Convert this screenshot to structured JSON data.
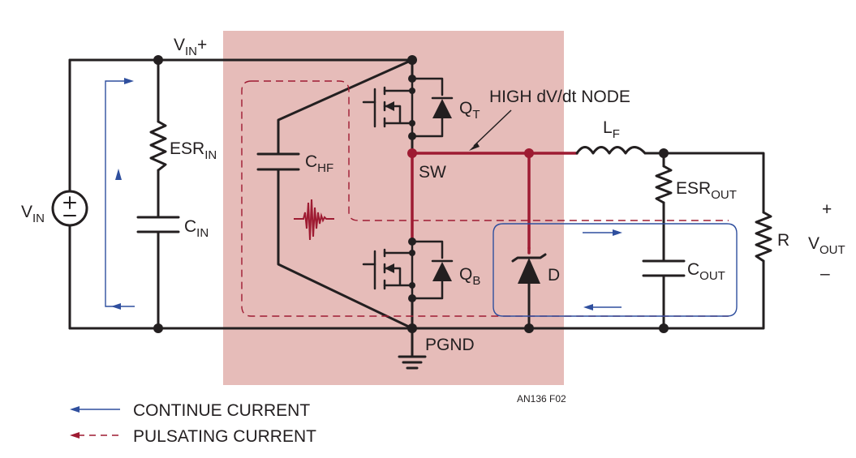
{
  "colors": {
    "hot_loop_fill": "#e6bcb9",
    "high_dvdt_trace": "#9e1b32",
    "continuous_current": "#2f4f9e",
    "pulsating_current": "#9e1b32",
    "wire": "#231f20"
  },
  "labels": {
    "vin_plus": {
      "main": "V",
      "sub": "IN",
      "suffix": "+"
    },
    "vin": {
      "main": "V",
      "sub": "IN"
    },
    "esr_in": {
      "main": "ESR",
      "sub": "IN"
    },
    "c_in": {
      "main": "C",
      "sub": "IN"
    },
    "c_hf": {
      "main": "C",
      "sub": "HF"
    },
    "q_t": {
      "main": "Q",
      "sub": "T"
    },
    "q_b": {
      "main": "Q",
      "sub": "B"
    },
    "sw": "SW",
    "pgnd": "PGND",
    "high_dvdt": "HIGH dV/dt NODE",
    "l_f": {
      "main": "L",
      "sub": "F"
    },
    "esr_out": {
      "main": "ESR",
      "sub": "OUT"
    },
    "c_out": {
      "main": "C",
      "sub": "OUT"
    },
    "diode": "D",
    "r": "R",
    "vout": {
      "plus": "+",
      "main": "V",
      "sub": "OUT",
      "minus": "–"
    },
    "figure_id": "AN136 F02"
  },
  "legend": {
    "continue": "CONTINUE CURRENT",
    "pulsating": "PULSATING CURRENT"
  }
}
